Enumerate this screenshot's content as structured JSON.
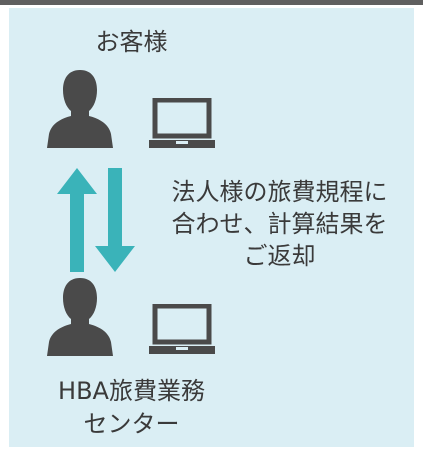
{
  "customer": {
    "label": "お客様",
    "person_icon": "person-icon",
    "laptop_icon": "laptop-icon"
  },
  "center": {
    "label_line1": "HBA旅費業務",
    "label_line2": "センター",
    "person_icon": "person-icon",
    "laptop_icon": "laptop-icon"
  },
  "message": {
    "line1": "法人様の旅費規程に",
    "line2": "合わせ、計算結果を",
    "line3": "ご返却"
  },
  "arrows": {
    "up_icon": "arrow-up-icon",
    "down_icon": "arrow-down-icon"
  },
  "colors": {
    "panel": "#daeef4",
    "icon": "#4a4a4a",
    "arrow": "#3ab3b9",
    "text": "#3a3a3a"
  }
}
